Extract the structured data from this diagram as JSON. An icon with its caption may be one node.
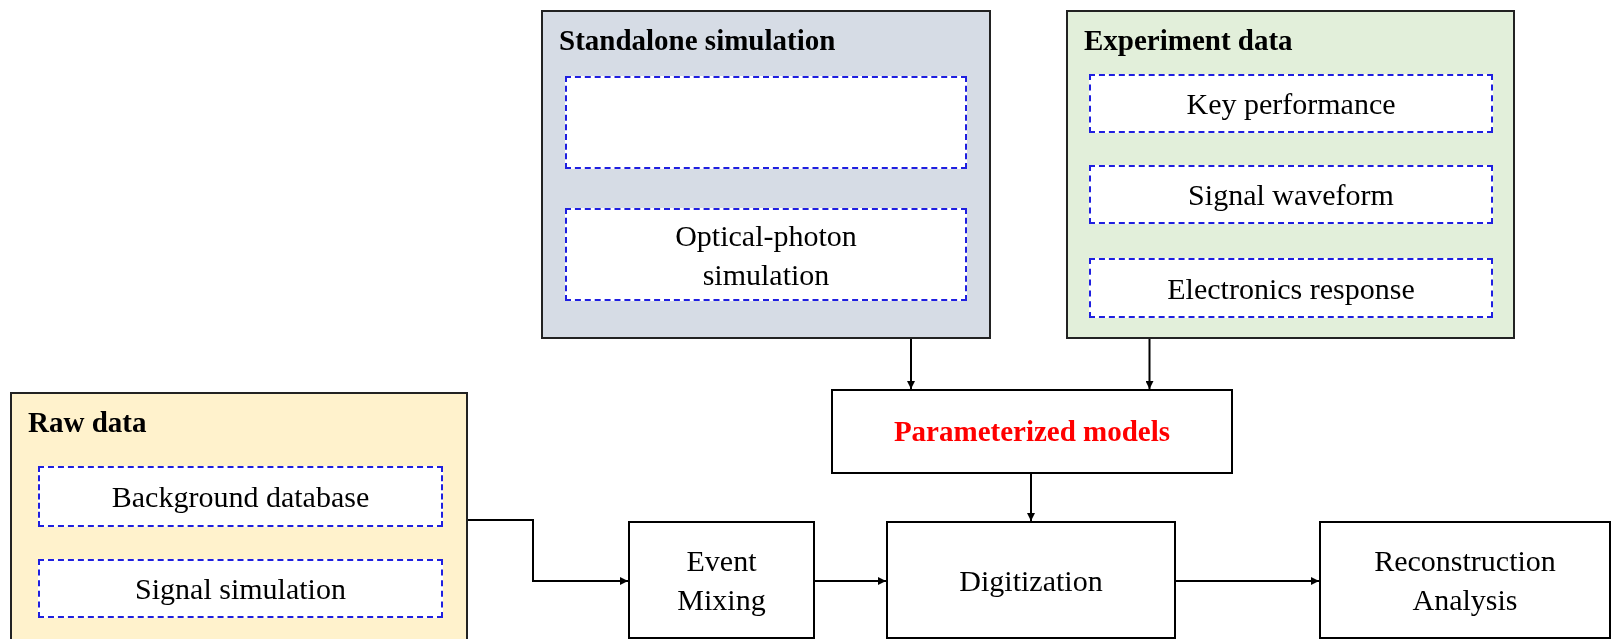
{
  "diagram": {
    "nodes": [
      {
        "text": [
          "Standalone simulation"
        ]
      },
      {
        "text": [],
        "shape": "box",
        "in": 0
      },
      {
        "text": [
          "Optical-photon simulation"
        ],
        "in": 0
      },
      {
        "text": [
          "Experiment data"
        ]
      },
      {
        "text": [
          "Key performance"
        ],
        "in": 3
      },
      {
        "text": [
          "Signal waveform"
        ],
        "in": 3
      },
      {
        "text": [
          "Electronics response"
        ],
        "in": 3
      },
      {
        "text": [
          "Parameterized models"
        ]
      },
      {
        "text": [
          "Raw data"
        ]
      },
      {
        "text": [
          "Background database"
        ],
        "in": 8
      },
      {
        "text": [
          "Signal simulation"
        ],
        "in": 8
      },
      {
        "text": [
          "Event Mixing"
        ]
      },
      {
        "text": [
          "Digitization"
        ]
      },
      {
        "text": [
          "Reconstruction Analysis"
        ]
      }
    ],
    "edges": [
      {
        "from": 0,
        "to": 7,
        "arrow": "to"
      },
      {
        "from": 3,
        "to": 7,
        "arrow": "to"
      },
      {
        "from": 7,
        "to": 12,
        "arrow": "to"
      },
      {
        "from": 8,
        "to": 11,
        "arrow": "to"
      },
      {
        "from": 11,
        "to": 12,
        "arrow": "to"
      },
      {
        "from": 12,
        "to": 13,
        "arrow": "to"
      }
    ]
  }
}
